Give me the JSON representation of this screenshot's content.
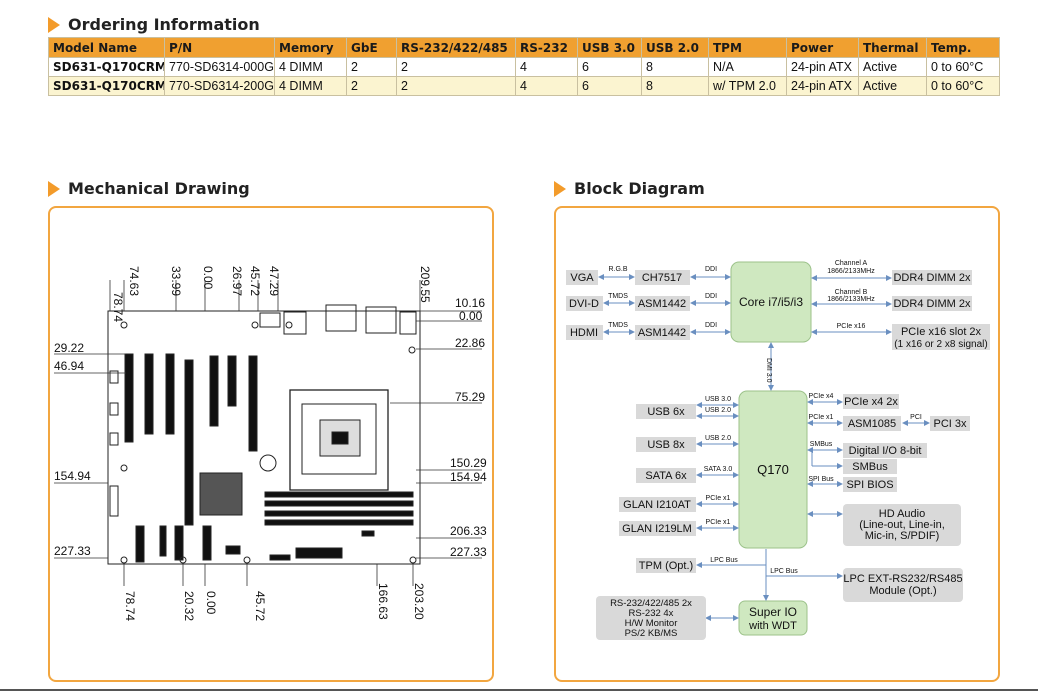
{
  "ordering": {
    "title": "Ordering Information",
    "headers": [
      "Model Name",
      "P/N",
      "Memory",
      "GbE",
      "RS-232/422/485",
      "RS-232",
      "USB 3.0",
      "USB 2.0",
      "TPM",
      "Power",
      "Thermal",
      "Temp."
    ],
    "rows": [
      [
        "SD631-Q170CRM",
        "770-SD6314-000G",
        "4 DIMM",
        "2",
        "2",
        "4",
        "6",
        "8",
        "N/A",
        "24-pin ATX",
        "Active",
        "0 to 60°C"
      ],
      [
        "SD631-Q170CRM",
        "770-SD6314-200G",
        "4 DIMM",
        "2",
        "2",
        "4",
        "6",
        "8",
        "w/ TPM 2.0",
        "24-pin ATX",
        "Active",
        "0 to 60°C"
      ]
    ]
  },
  "mechanical": {
    "title": "Mechanical Drawing",
    "dims_top": [
      "78.74",
      "74.63",
      "33.99",
      "0.00",
      "26.97",
      "45.72",
      "47.29",
      "209.55"
    ],
    "dims_right": [
      "10.16",
      "0.00",
      "22.86",
      "75.29",
      "150.29",
      "154.94",
      "206.33",
      "227.33"
    ],
    "dims_left": [
      "29.22",
      "46.94",
      "154.94",
      "227.33"
    ],
    "dims_bottom": [
      "78.74",
      "20.32",
      "0.00",
      "45.72",
      "166.63",
      "203.20"
    ]
  },
  "block": {
    "title": "Block Diagram",
    "cpu": "Core i7/i5/i3",
    "pch": "Q170",
    "superio": [
      "Super IO",
      "with WDT"
    ],
    "left_top": [
      {
        "name": "VGA",
        "sig": "R.G.B",
        "chip": "CH7517",
        "link": "DDI"
      },
      {
        "name": "DVI-D",
        "sig": "TMDS",
        "chip": "ASM1442",
        "link": "DDI"
      },
      {
        "name": "HDMI",
        "sig": "TMDS",
        "chip": "ASM1442",
        "link": "DDI"
      }
    ],
    "memory": [
      {
        "ch": "Channel A",
        "speed": "1866/2133MHz",
        "label": "DDR4 DIMM 2x"
      },
      {
        "ch": "Channel B",
        "speed": "1866/2133MHz",
        "label": "DDR4 DIMM 2x"
      }
    ],
    "pcie16": {
      "link": "PCIe x16",
      "label1": "PCIe x16 slot 2x",
      "label2": "(1 x16 or 2 x8 signal)"
    },
    "dmi": "DMI 3.0",
    "pch_left": [
      {
        "label": "USB 6x",
        "link1": "USB 3.0",
        "link2": "USB 2.0"
      },
      {
        "label": "USB 8x",
        "link": "USB 2.0"
      },
      {
        "label": "SATA 6x",
        "link": "SATA 3.0"
      },
      {
        "label": "GLAN I210AT",
        "link": "PCIe x1"
      },
      {
        "label": "GLAN I219LM",
        "link": "PCIe x1"
      }
    ],
    "pch_right": {
      "pcie4_link": "PCIe x4",
      "pcie4_label": "PCIe x4 2x",
      "asm_link": "PCIe x1",
      "asm_chip": "ASM1085",
      "pci_link": "PCI",
      "pci_label": "PCI 3x",
      "smbus_link": "SMBus",
      "dio_label": "Digital I/O 8-bit",
      "smbus_label": "SMBus",
      "spi_link": "SPI Bus",
      "spi_label": "SPI BIOS",
      "hd_audio": [
        "HD Audio",
        "(Line-out, Line-in,",
        "Mic-in, S/PDIF)"
      ]
    },
    "tpm": {
      "label": "TPM (Opt.)",
      "link": "LPC Bus"
    },
    "lpc_link": "LPC Bus",
    "lpc_ext": [
      "LPC EXT-RS232/RS485",
      "Module (Opt.)"
    ],
    "sio_left": [
      "RS-232/422/485 2x",
      "RS-232 4x",
      "H/W Monitor",
      "PS/2 KB/MS"
    ]
  },
  "colors": {
    "accent": "#f39b2a",
    "header": "#f0a030",
    "altrow": "#fbf4d0",
    "chip_green": "#cfe8c0",
    "chip_grey": "#d9d9d9",
    "arrow": "#6a8fc0"
  }
}
